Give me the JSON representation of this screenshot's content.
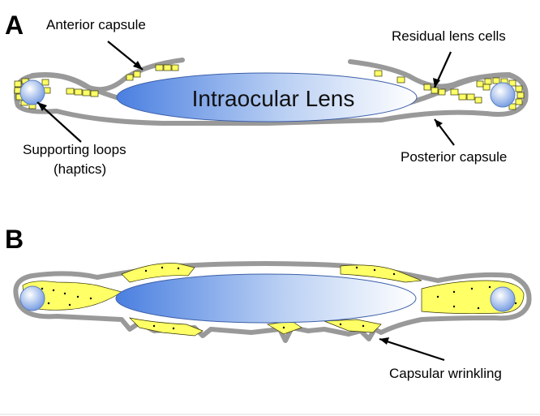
{
  "panels": [
    {
      "letter": "A",
      "lens_label": "Intraocular Lens",
      "labels": {
        "anterior_capsule": "Anterior capsule",
        "residual_cells": "Residual lens cells",
        "haptics_line1": "Supporting loops",
        "haptics_line2": "(haptics)",
        "posterior_capsule": "Posterior capsule"
      }
    },
    {
      "letter": "B",
      "labels": {
        "capsular_wrinkling": "Capsular wrinkling"
      }
    }
  ],
  "colors": {
    "capsule": "#999999",
    "cells": "#ffff66",
    "lens_dark": "#4a7fe0",
    "lens_light": "#ffffff"
  }
}
